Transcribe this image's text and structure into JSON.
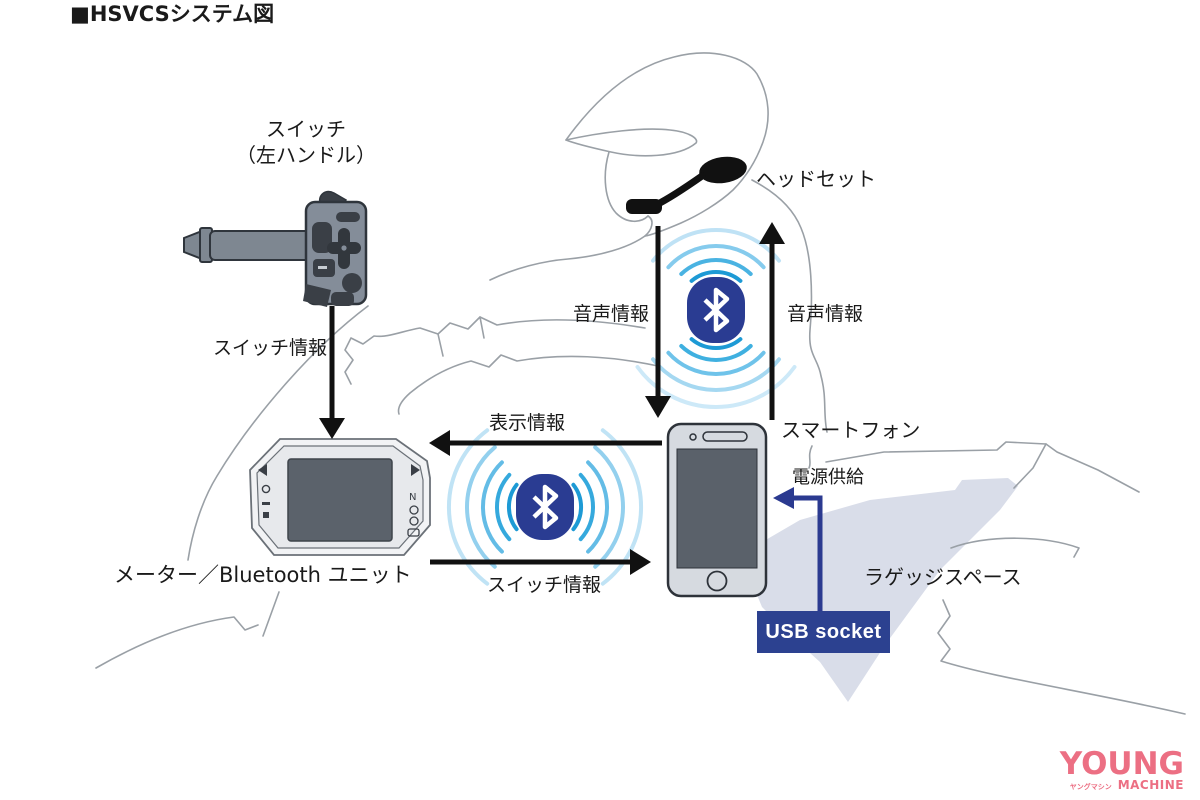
{
  "title": "■HSVCSシステム図",
  "labels": {
    "switch_line1": "スイッチ",
    "switch_line2": "（左ハンドル）",
    "switch_info_upper": "スイッチ情報",
    "headset": "ヘッドセット",
    "audio_info_left": "音声情報",
    "audio_info_right": "音声情報",
    "display_info": "表示情報",
    "switch_info_lower": "スイッチ情報",
    "smartphone": "スマートフォン",
    "power_supply": "電源供給",
    "luggage_space": "ラゲッジスペース",
    "meter_unit": "メーター／Bluetooth ユニット",
    "usb_socket": "USB socket"
  },
  "meter": {
    "neutral_indicator": "N"
  },
  "logo": {
    "line1": "YOUNG",
    "line2": "ヤングマシン",
    "line3": "MACHINE"
  },
  "colors": {
    "bluetooth_blue": "#2a3c92",
    "usb_box_blue": "#2c4190",
    "power_arrow_blue": "#2b3a90",
    "luggage_shade": "#d9dde9",
    "sketch_gray": "#9aa0a6",
    "device_gray": "#848d99",
    "device_dark": "#3a3f46",
    "screen_dark": "#5b626b",
    "arrow_black": "#111111",
    "wave_cyan": "#1d9ad5",
    "logo_pink": "#ec6f83"
  }
}
